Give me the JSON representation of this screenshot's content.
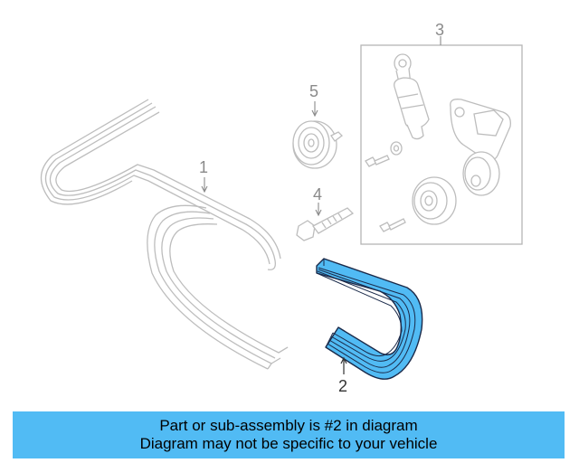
{
  "callouts": {
    "belt_assembly": "1",
    "drive_belt": "2",
    "tensioner": "3",
    "bolt": "4",
    "idler_pulley": "5"
  },
  "banner": {
    "line1": "Part or sub-assembly is #2 in diagram",
    "line2": "Diagram may not be specific to your vehicle"
  },
  "colors": {
    "highlight_fill": "#51bbf4",
    "highlight_stroke": "#1a2a4a",
    "line_art": "#bdbdbd",
    "box_border": "#b5b5b5",
    "banner_bg": "#51bbf4"
  }
}
